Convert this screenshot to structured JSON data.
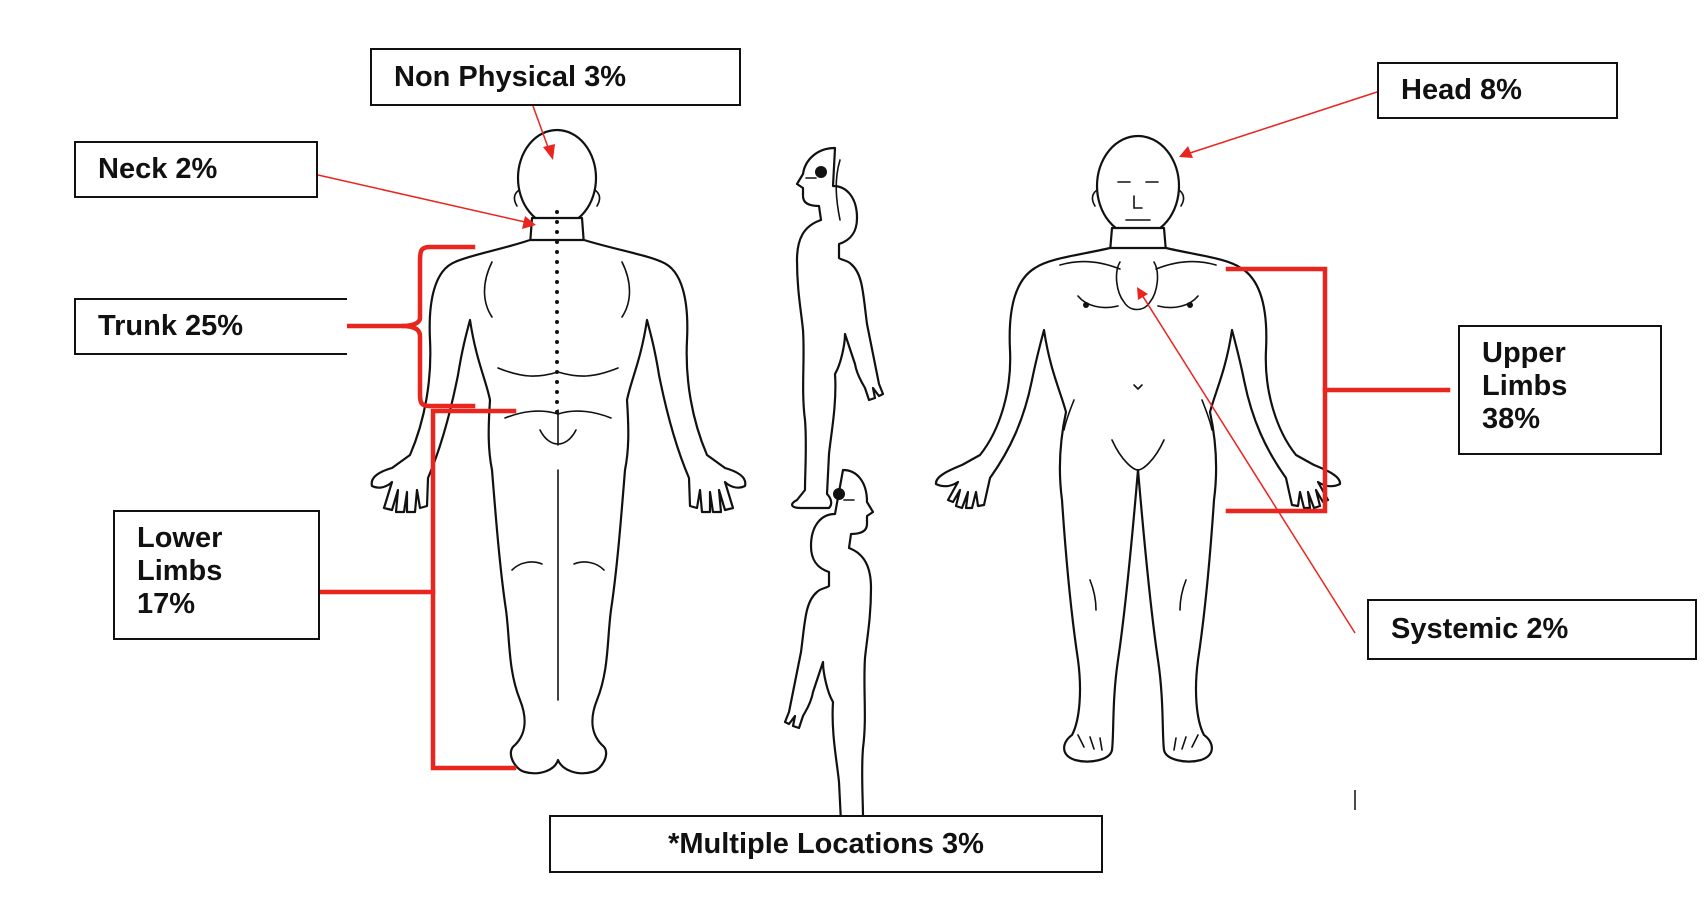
{
  "labels": {
    "non_physical": "Non Physical 3%",
    "neck": "Neck 2%",
    "trunk": "Trunk 25%",
    "lower_limbs": [
      "Lower",
      "Limbs",
      "17%"
    ],
    "head": "Head 8%",
    "upper_limbs": [
      "Upper",
      "Limbs",
      "38%"
    ],
    "systemic": "Systemic 2%",
    "multiple_locations": "*Multiple Locations 3%"
  },
  "colors": {
    "callout_red": "#e8251f",
    "outline": "#111111",
    "background": "#ffffff"
  }
}
